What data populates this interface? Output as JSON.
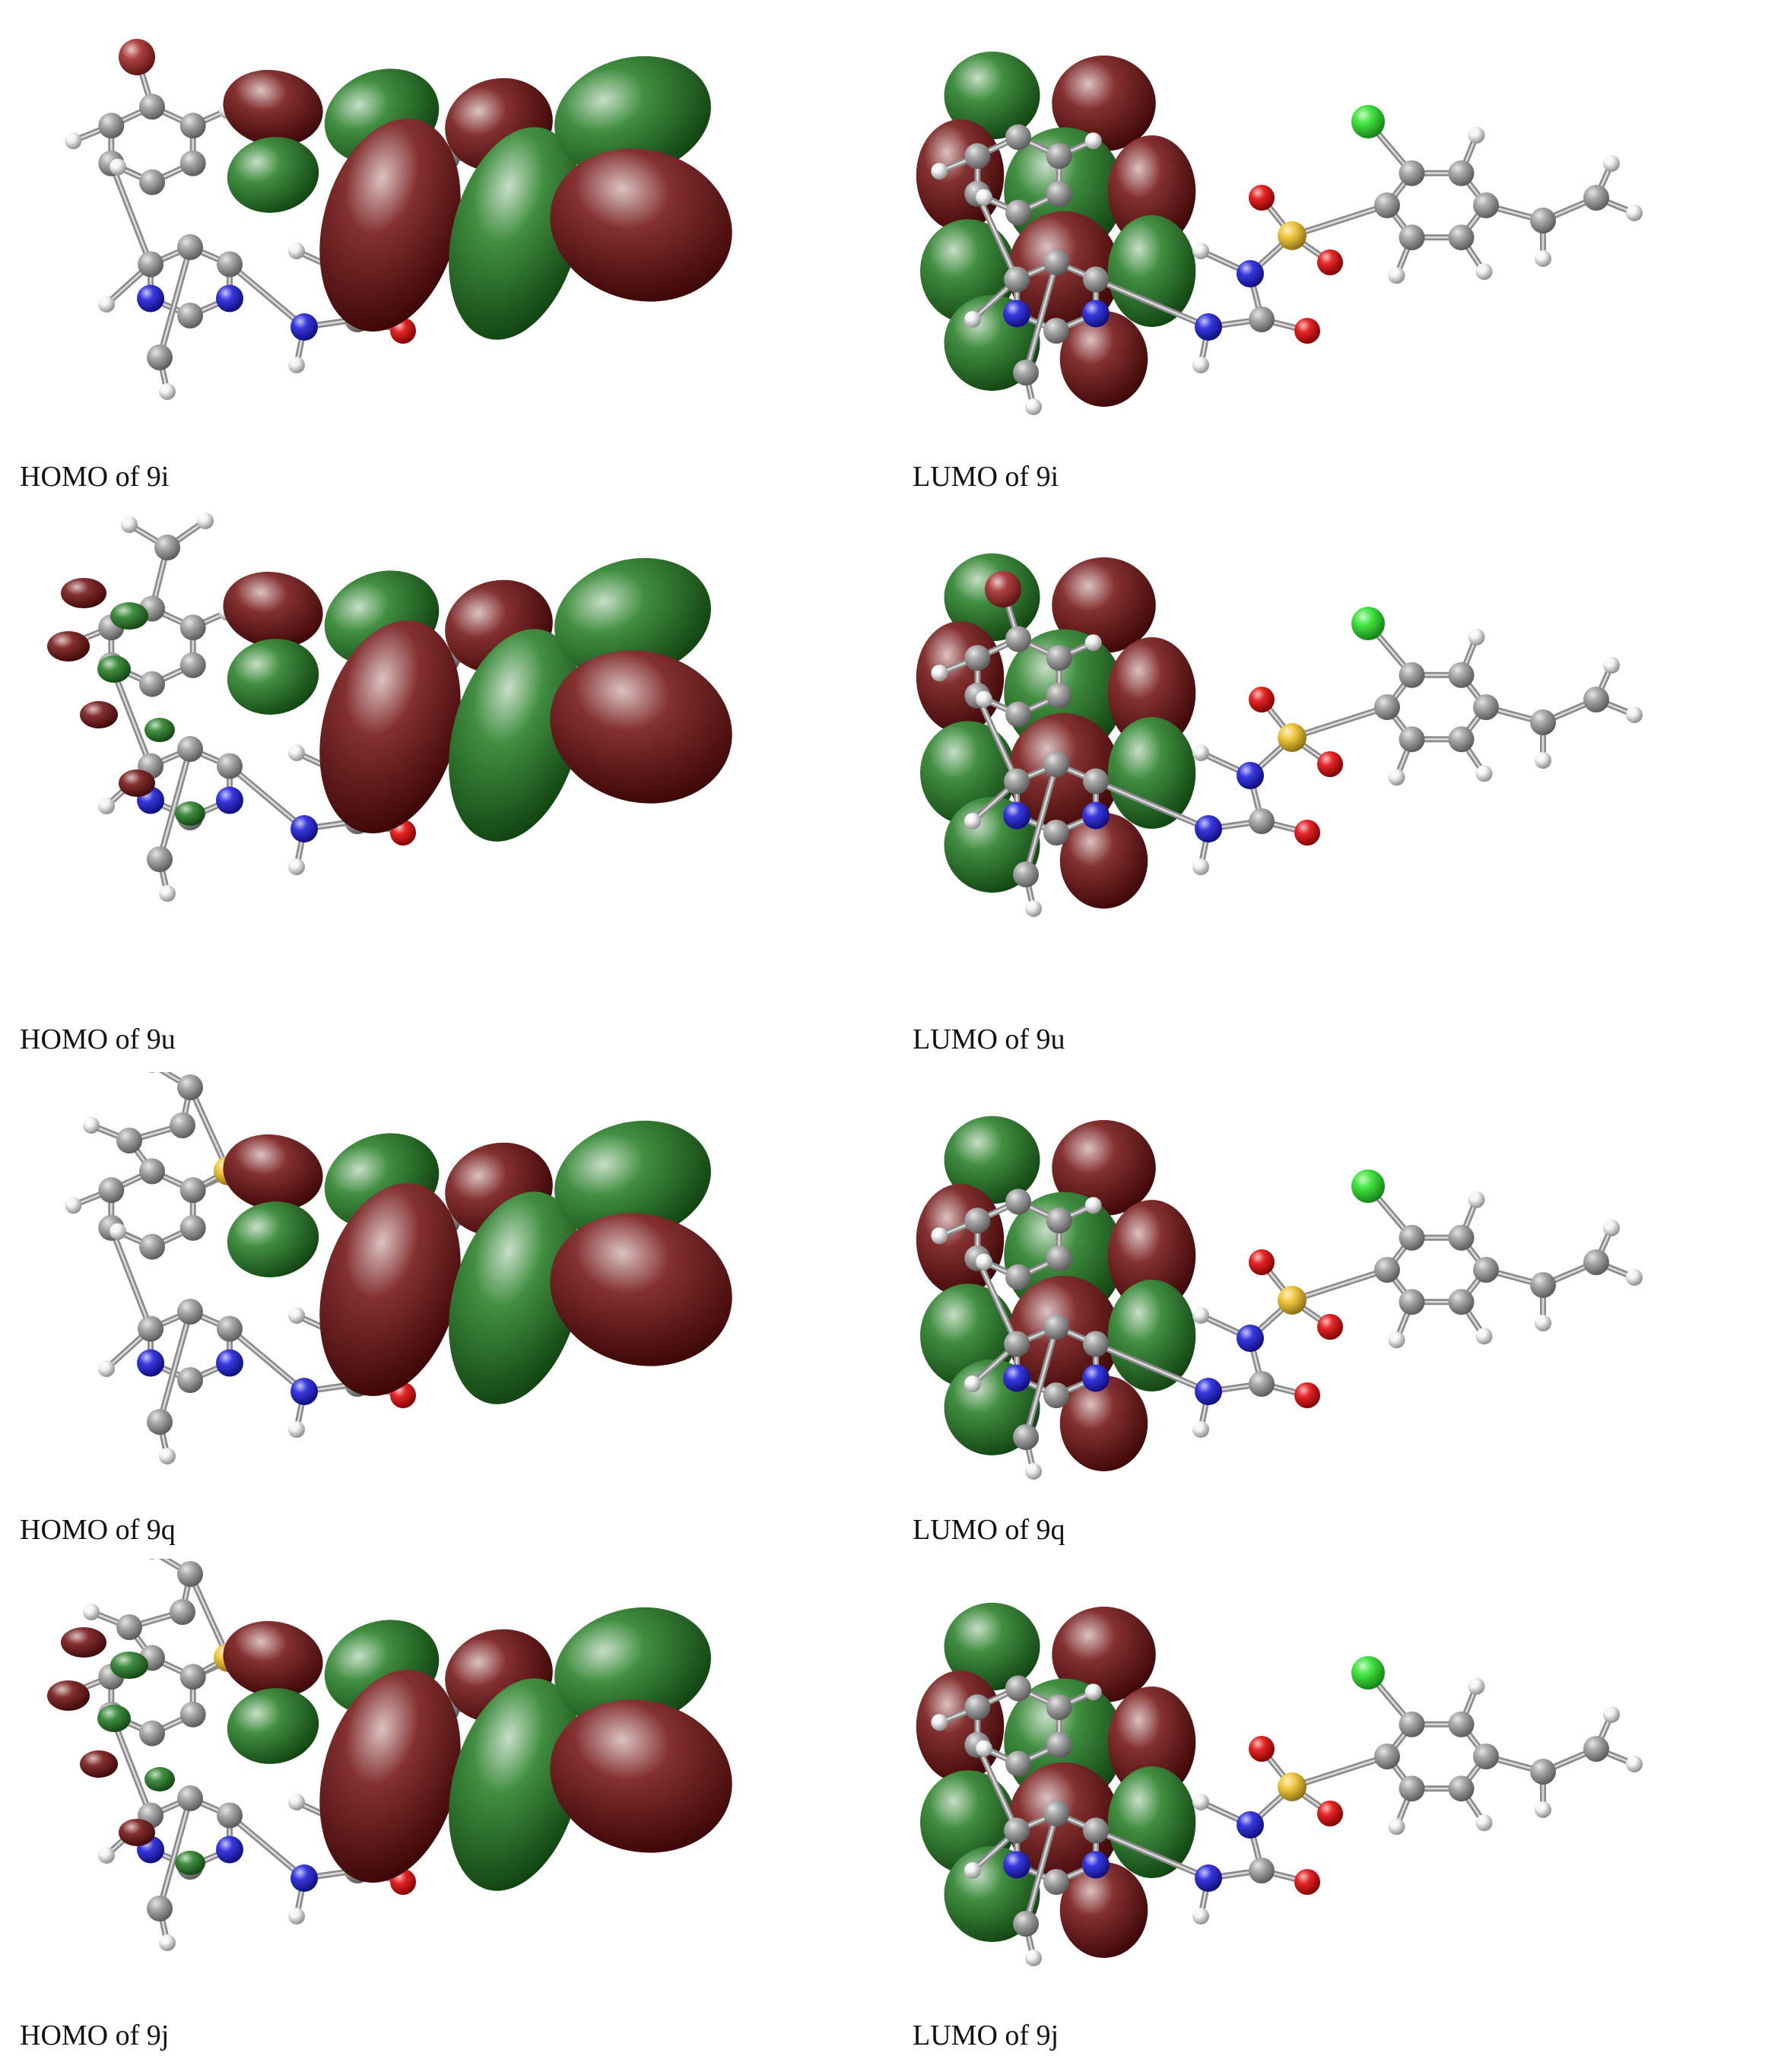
{
  "colors": {
    "background": "#ffffff",
    "lobe_positive": "#1f7a1f",
    "lobe_negative": "#6e0b0b",
    "carbon": "#9a9a9a",
    "hydrogen": "#f2f2f2",
    "nitrogen": "#1515d8",
    "oxygen": "#e00000",
    "sulfur": "#f0c020",
    "chlorine": "#22e022",
    "bromine": "#a02020"
  },
  "panels": [
    {
      "id": "homo-9i",
      "caption": "HOMO of 9i",
      "orbital": "HOMO",
      "compound": "9i",
      "substituent": "bromine"
    },
    {
      "id": "lumo-9i",
      "caption": "LUMO of 9i",
      "orbital": "LUMO",
      "compound": "9i",
      "substituent": "none"
    },
    {
      "id": "homo-9u",
      "caption": "HOMO of 9u",
      "orbital": "HOMO",
      "compound": "9u",
      "substituent": "methyl"
    },
    {
      "id": "lumo-9u",
      "caption": "LUMO of 9u",
      "orbital": "LUMO",
      "compound": "9u",
      "substituent": "bromine"
    },
    {
      "id": "homo-9q",
      "caption": "HOMO of 9q",
      "orbital": "HOMO",
      "compound": "9q",
      "substituent": "thiophene"
    },
    {
      "id": "lumo-9q",
      "caption": "LUMO of 9q",
      "orbital": "LUMO",
      "compound": "9q",
      "substituent": "none"
    },
    {
      "id": "homo-9j",
      "caption": "HOMO of 9j",
      "orbital": "HOMO",
      "compound": "9j",
      "substituent": "thiophene"
    },
    {
      "id": "lumo-9j",
      "caption": "LUMO of 9j",
      "orbital": "LUMO",
      "compound": "9j",
      "substituent": "none"
    }
  ]
}
